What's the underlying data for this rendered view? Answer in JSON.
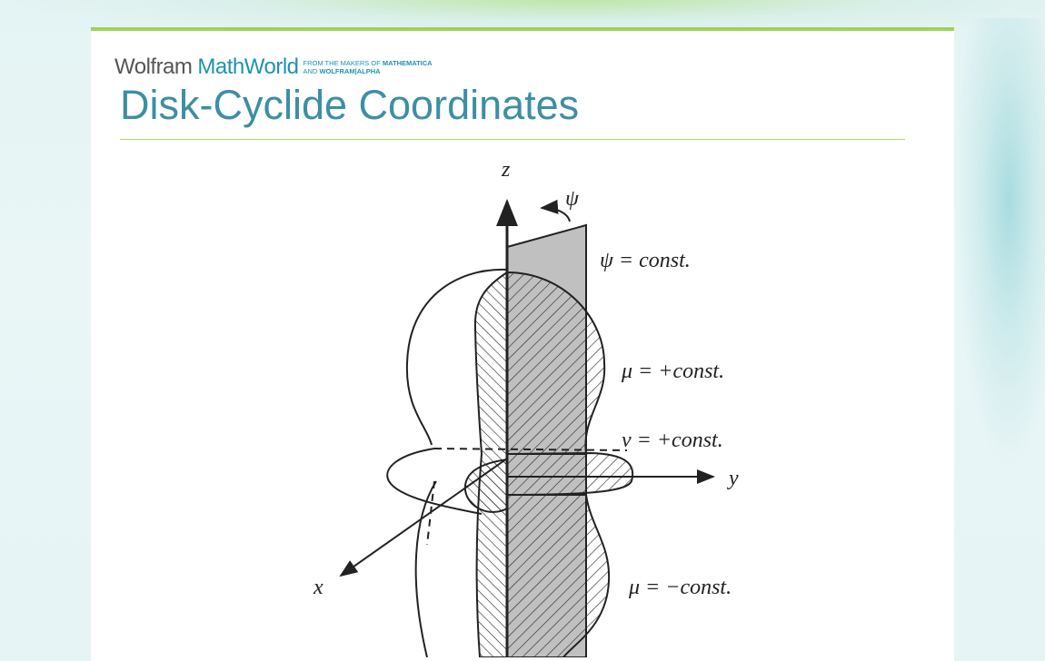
{
  "header": {
    "logo_wolfram": "Wolfram",
    "logo_mathworld": "MathWorld",
    "tagline_line1": "FROM THE MAKERS OF",
    "tagline_bold1": "MATHEMATICA",
    "tagline_line2": "AND",
    "tagline_bold2": "WOLFRAM|ALPHA"
  },
  "page": {
    "title": "Disk-Cyclide Coordinates"
  },
  "figure": {
    "z_label": "z",
    "psi_label": "ψ",
    "psi_const": "ψ = const.",
    "mu_plus": "μ = +const.",
    "nu_plus": "ν = +const.",
    "y_label": "y",
    "x_label": "x",
    "mu_minus": "μ = −const."
  },
  "colors": {
    "accent": "#3c8fa3",
    "brand_bar": "#9fd25a"
  }
}
